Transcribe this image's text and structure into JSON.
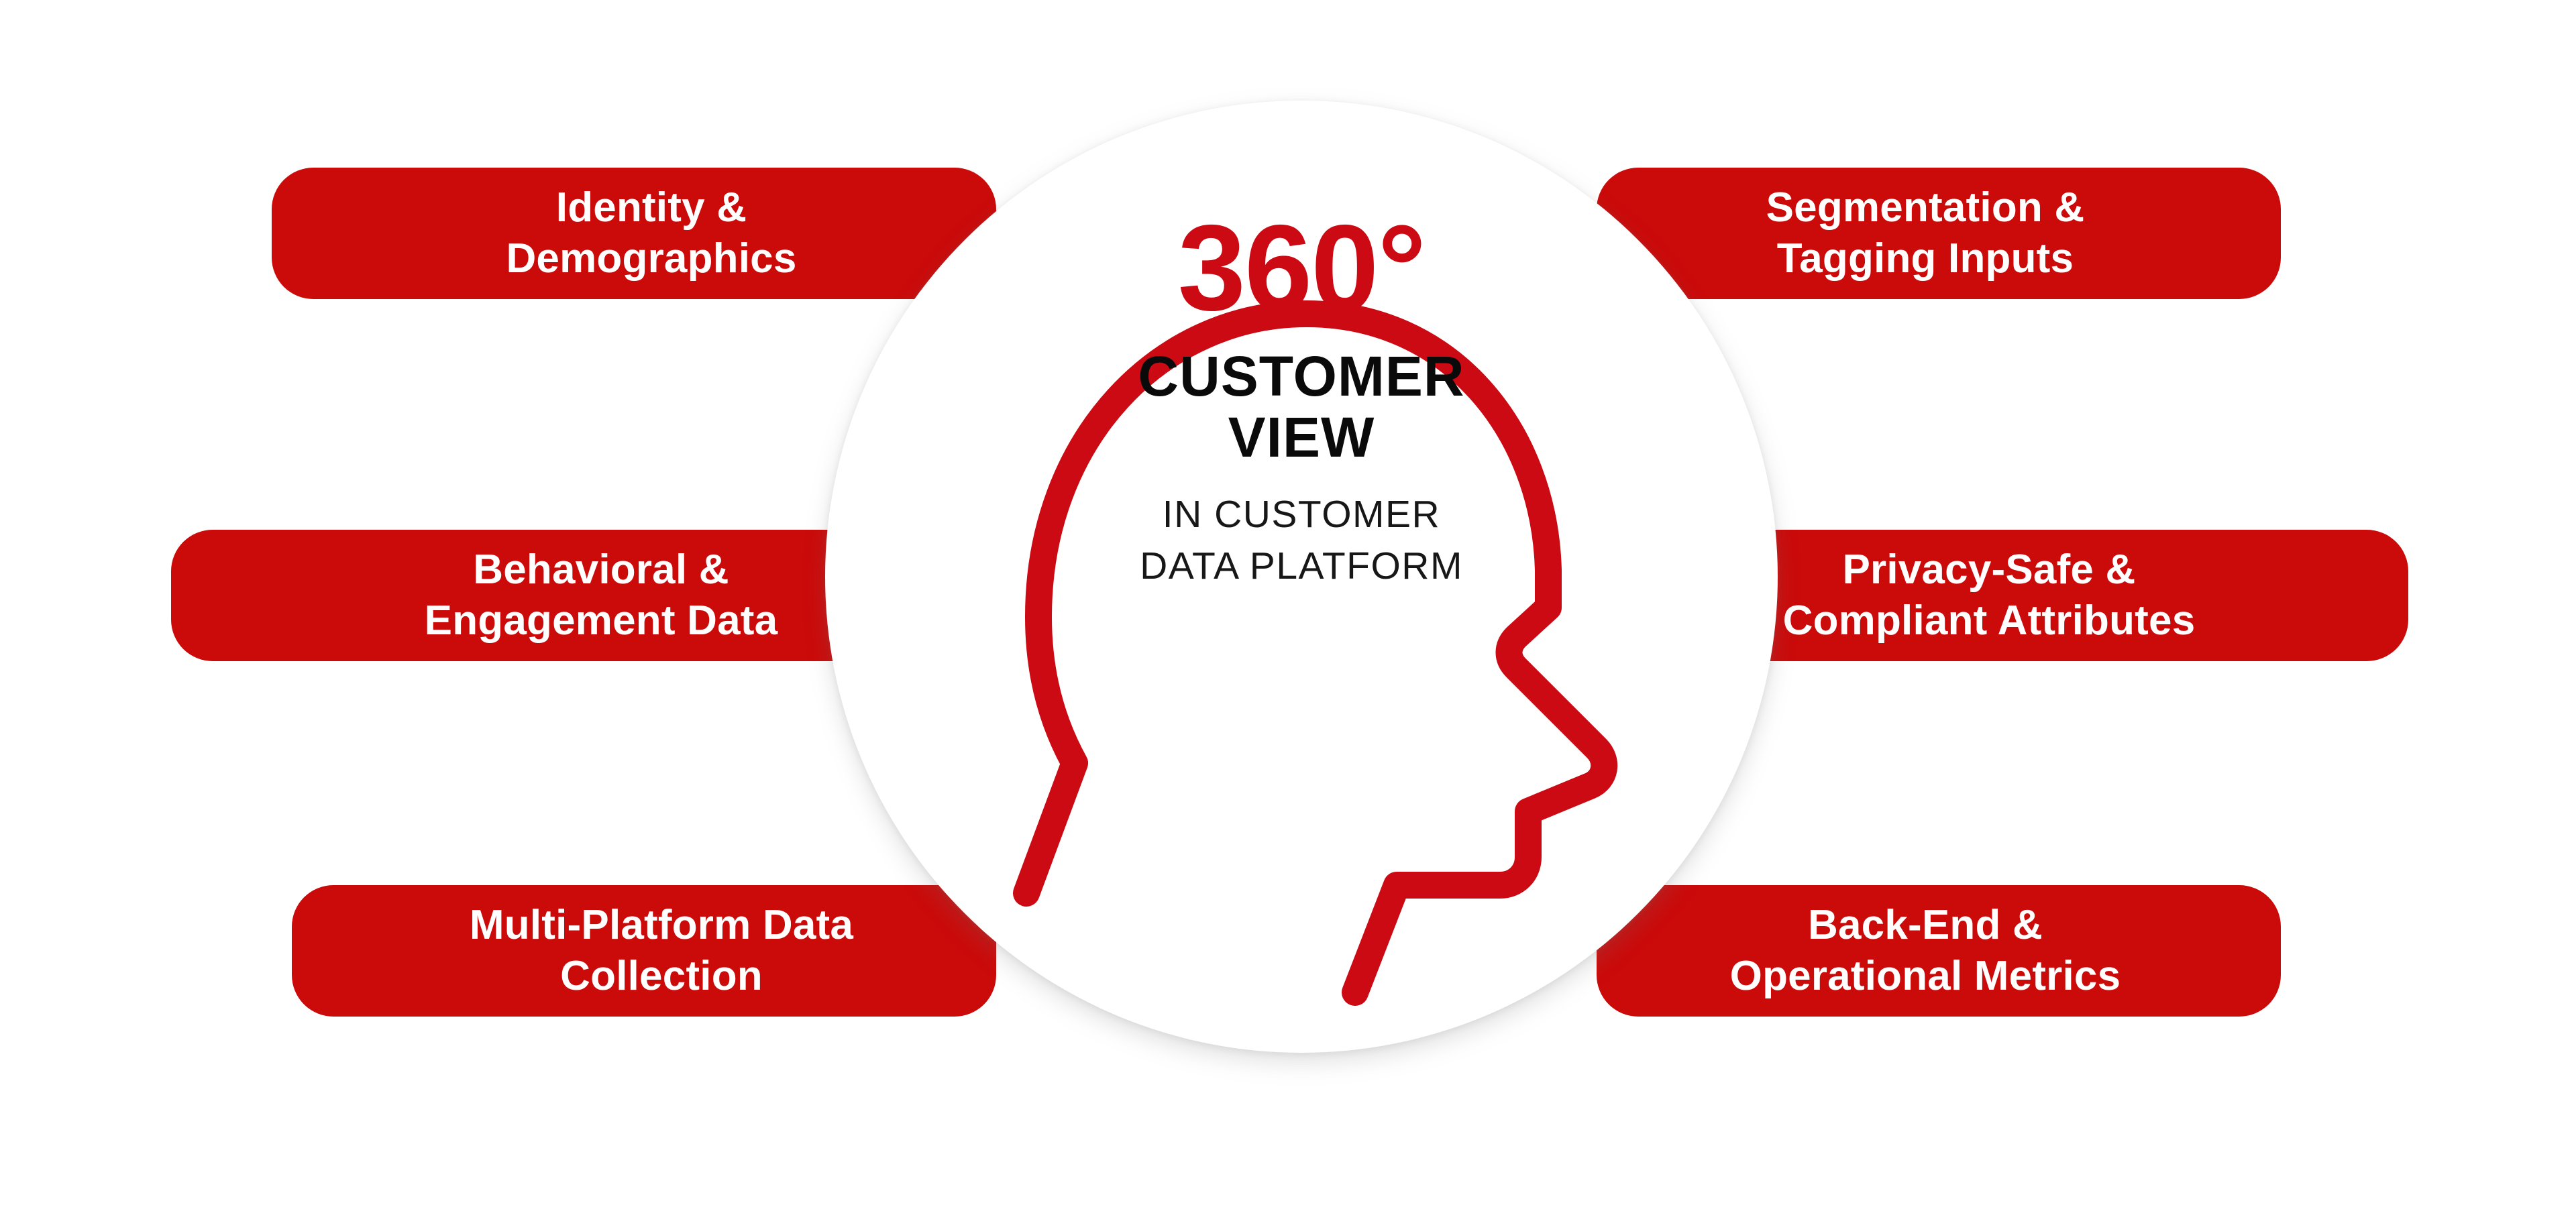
{
  "diagram": {
    "center": {
      "big_number": "360°",
      "title_line1": "CUSTOMER",
      "title_line2": "VIEW",
      "subtitle_line1": "IN CUSTOMER",
      "subtitle_line2": "DATA PLATFORM"
    },
    "colors": {
      "pill_red": "#CB0A0A",
      "accent_red": "#CC0A14",
      "pill_text": "#FFFFFF",
      "title_black": "#0A0A0A",
      "circle_white": "#FFFFFF",
      "background": "#FFFFFF"
    },
    "pills": [
      {
        "id": "identity-demographics",
        "side": "left",
        "row": "top",
        "line1": "Identity &",
        "line2": "Demographics"
      },
      {
        "id": "behavioral-engagement",
        "side": "left",
        "row": "middle",
        "line1": "Behavioral &",
        "line2": "Engagement Data"
      },
      {
        "id": "multi-platform-collection",
        "side": "left",
        "row": "bottom",
        "line1": "Multi-Platform Data",
        "line2": "Collection"
      },
      {
        "id": "segmentation-tagging",
        "side": "right",
        "row": "top",
        "line1": "Segmentation &",
        "line2": "Tagging Inputs"
      },
      {
        "id": "privacy-safe-compliant",
        "side": "right",
        "row": "middle",
        "line1": "Privacy-Safe &",
        "line2": "Compliant Attributes"
      },
      {
        "id": "backend-operational",
        "side": "right",
        "row": "bottom",
        "line1": "Back-End &",
        "line2": "Operational Metrics"
      }
    ],
    "icon": {
      "name": "head-profile-outline-icon",
      "description": "side profile of a human head drawn as a red outline"
    }
  }
}
